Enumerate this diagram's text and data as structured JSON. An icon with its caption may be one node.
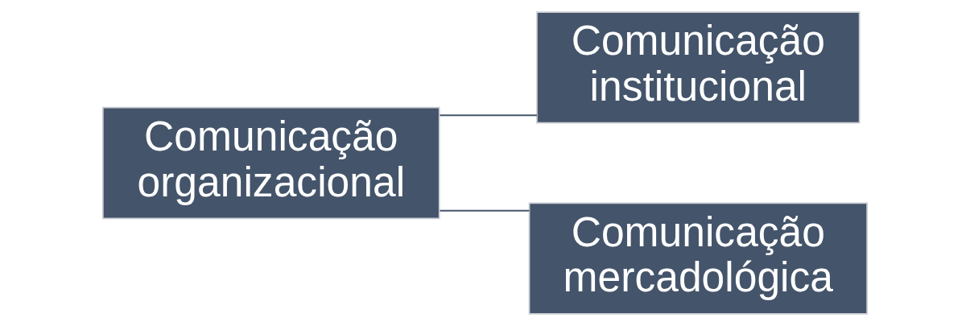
{
  "diagram": {
    "nodes": [
      {
        "text": [
          "Comunicação organizacional"
        ]
      },
      {
        "text": [
          "Comunicação institucional"
        ]
      },
      {
        "text": [
          "Comunicação mercadológica"
        ]
      }
    ],
    "edges": [
      {
        "from": 0,
        "to": 1,
        "arrow": "none"
      },
      {
        "from": 0,
        "to": 2,
        "arrow": "none"
      }
    ]
  }
}
